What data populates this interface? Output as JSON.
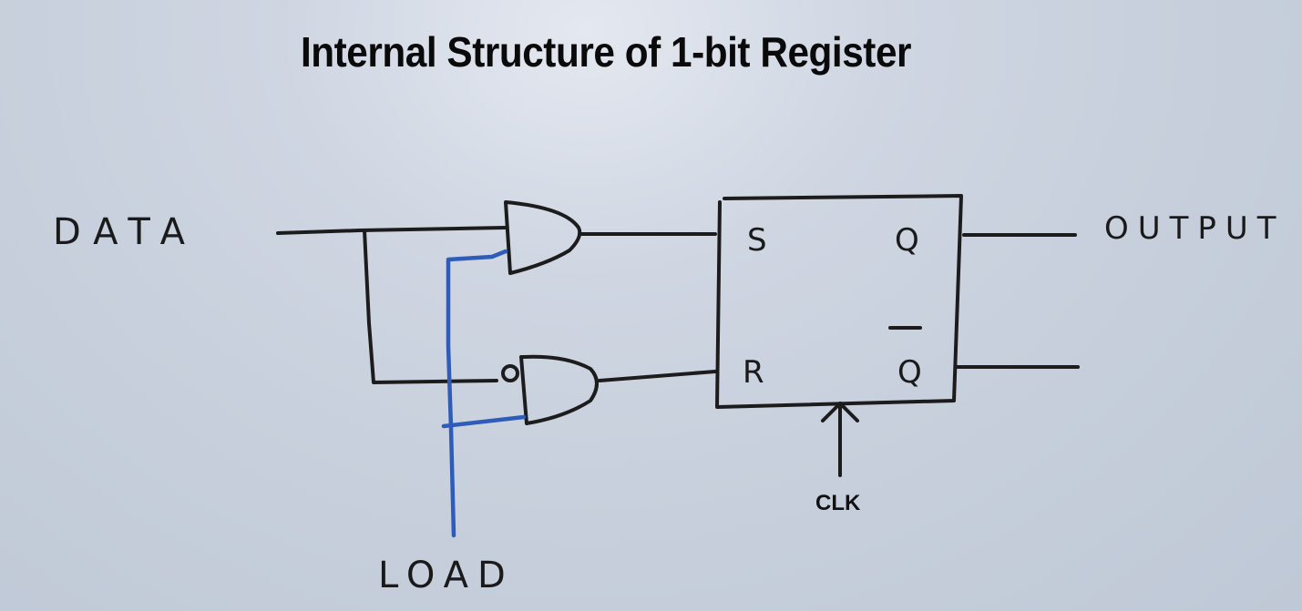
{
  "title": "Internal Structure of 1-bit Register",
  "labels": {
    "data_input": "DATA",
    "load_input": "LOAD",
    "output": "OUTPUT",
    "clock": "CLK"
  },
  "flipflop": {
    "set_pin": "S",
    "reset_pin": "R",
    "q_pin": "Q",
    "q_bar_pin": "Q"
  },
  "colors": {
    "ink": "#1c1c1c",
    "load_wire": "#2e5cb8",
    "board": "#c9d1dd"
  }
}
